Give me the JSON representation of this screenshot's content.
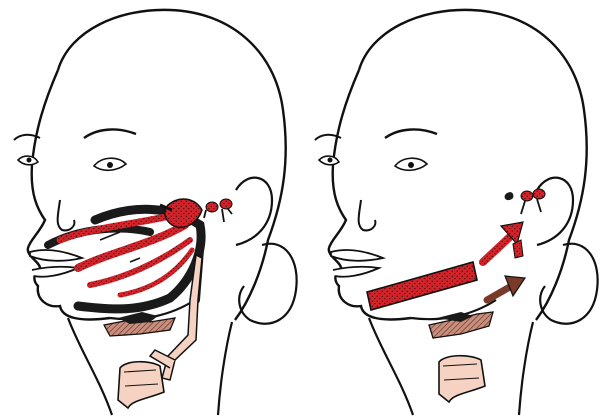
{
  "figures": [
    {
      "panel": "left",
      "content": "vessels-network"
    },
    {
      "panel": "right",
      "content": "flap-arrows"
    }
  ],
  "colors": {
    "outline": "#111111",
    "vessel_red": "#d2232a",
    "stipple": "#3a0a0a",
    "skin_pink": "#f6d2c2",
    "cartilage": "#c98f7e",
    "dark_band": "#1a1a1a"
  }
}
